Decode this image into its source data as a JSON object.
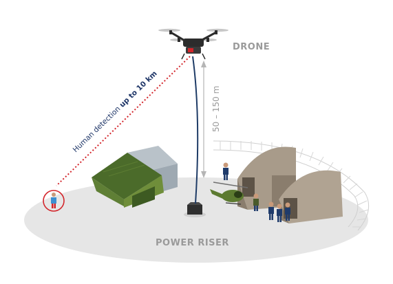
{
  "labels": {
    "drone": "DRONE",
    "altitude": "50 – 150 m",
    "detection_prefix": "Human detection ",
    "detection_range": "up to 10 km",
    "power_riser": "POWER RISER"
  },
  "colors": {
    "ground": "#e6e6e6",
    "label_grey": "#9a9a9a",
    "detection_blue": "#1f3668",
    "laser_red": "#d3242a",
    "tether": "#1e3b66",
    "hangar_green": "#6f8e3a",
    "hangar_roof": "#4b6b2a",
    "tent": "#a89b8a",
    "tent_dark": "#8a7d6d",
    "heli": "#5c7a30",
    "soldier_uniform": "#1f3b6b"
  }
}
